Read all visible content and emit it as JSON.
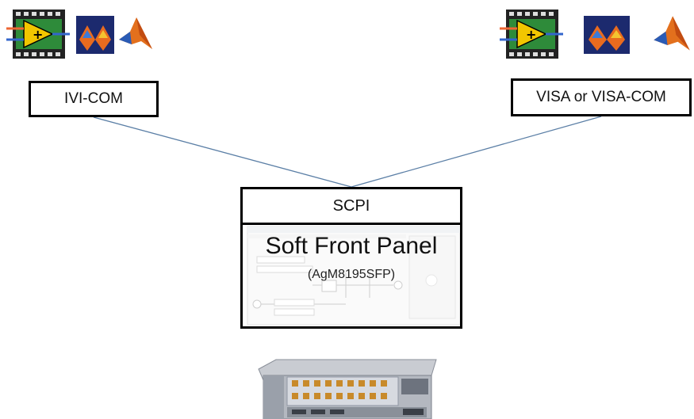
{
  "left_group": {
    "icons": [
      "labview-icon",
      "matlab-simulink-icon",
      "matlab-icon"
    ],
    "label": "IVI-COM"
  },
  "right_group": {
    "icons": [
      "labview-icon",
      "matlab-simulink-icon",
      "matlab-icon"
    ],
    "label": "VISA or VISA-COM"
  },
  "scpi_label": "SCPI",
  "soft_front_panel": {
    "title": "Soft Front Panel",
    "subtitle": "(AgM8195SFP)"
  },
  "colors": {
    "connector_line": "#5b7fa6",
    "box_border": "#000000"
  }
}
